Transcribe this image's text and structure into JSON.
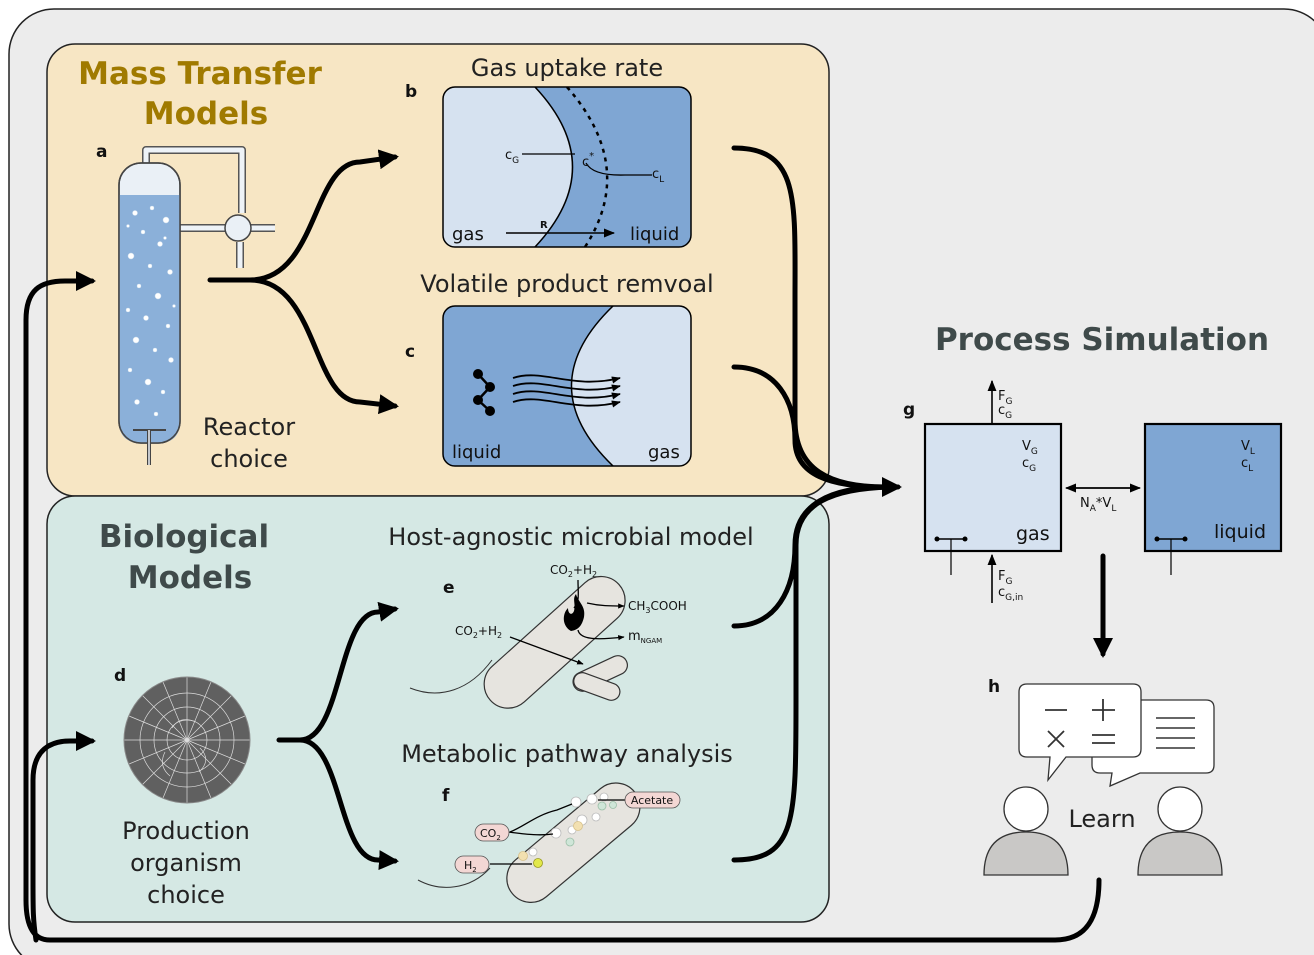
{
  "colors": {
    "outer_bg": "#ececec",
    "mass_transfer_bg": "#f7e6c4",
    "biological_bg": "#d5e8e4",
    "gas_light": "#d6e2f0",
    "liquid_blue": "#7fa6d3",
    "mass_transfer_heading": "#a07a00",
    "biological_heading": "#3f4a4a",
    "process_heading": "#3f4a4a"
  },
  "sections": {
    "mass_transfer": {
      "title_line1": "Mass Transfer",
      "title_line2": "Models"
    },
    "biological": {
      "title_line1": "Biological",
      "title_line2": "Models"
    },
    "process": {
      "title": "Process Simulation"
    }
  },
  "panels": {
    "a": {
      "letter": "a",
      "caption_line1": "Reactor",
      "caption_line2": "choice"
    },
    "b": {
      "letter": "b",
      "title": "Gas uptake rate",
      "gas": "gas",
      "liquid": "liquid",
      "arrow_label": "R",
      "cG": "c",
      "cG_sub": "G",
      "cstar": "c",
      "cstar_sup": "*",
      "cL": "c",
      "cL_sub": "L"
    },
    "c": {
      "letter": "c",
      "title": "Volatile product remvoal",
      "liquid": "liquid",
      "gas": "gas"
    },
    "d": {
      "letter": "d",
      "caption_line1": "Production",
      "caption_line2": "organism",
      "caption_line3": "choice"
    },
    "e": {
      "letter": "e",
      "title": "Host-agnostic microbial model",
      "top_input": "CO",
      "top_input_sub1": "2",
      "top_input_rest": "+H",
      "top_input_sub2": "2",
      "left_input": "CO",
      "left_input_sub1": "2",
      "left_input_rest": "+H",
      "left_input_sub2": "2",
      "product": "CH",
      "product_sub": "3",
      "product_rest": "COOH",
      "ngam": "m",
      "ngam_sub": "NGAM"
    },
    "f": {
      "letter": "f",
      "title": "Metabolic pathway analysis",
      "acetate": "Acetate",
      "co2": "CO",
      "co2_sub": "2",
      "h2": "H",
      "h2_sub": "2"
    },
    "g": {
      "letter": "g",
      "gas_tank": {
        "V": "V",
        "V_sub": "G",
        "c": "c",
        "c_sub": "G",
        "label": "gas"
      },
      "liquid_tank": {
        "V": "V",
        "V_sub": "L",
        "c": "c",
        "c_sub": "L",
        "label": "liquid"
      },
      "out_F": "F",
      "out_F_sub": "G",
      "out_c": "c",
      "out_c_sub": "G",
      "in_F": "F",
      "in_F_sub": "G",
      "in_c": "c",
      "in_c_sub": "G,in",
      "transfer": "N",
      "transfer_sub1": "A",
      "transfer_mid": "*V",
      "transfer_sub2": "L"
    },
    "h": {
      "letter": "h",
      "label": "Learn"
    }
  }
}
